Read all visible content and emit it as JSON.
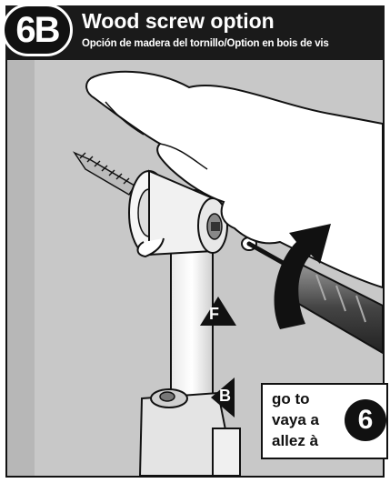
{
  "step": {
    "number": "6B"
  },
  "header": {
    "title": "Wood screw option",
    "subtitle": "Opción de madera del tornillo/Option en bois de vis"
  },
  "callouts": {
    "f_label": "F",
    "b_label": "B"
  },
  "goto": {
    "line_en": "go to",
    "line_es": "vaya a",
    "line_fr": "allez à",
    "target_step": "6"
  },
  "colors": {
    "ink": "#111111",
    "paper": "#ffffff",
    "illustration_grey": "#c8c8c8"
  }
}
